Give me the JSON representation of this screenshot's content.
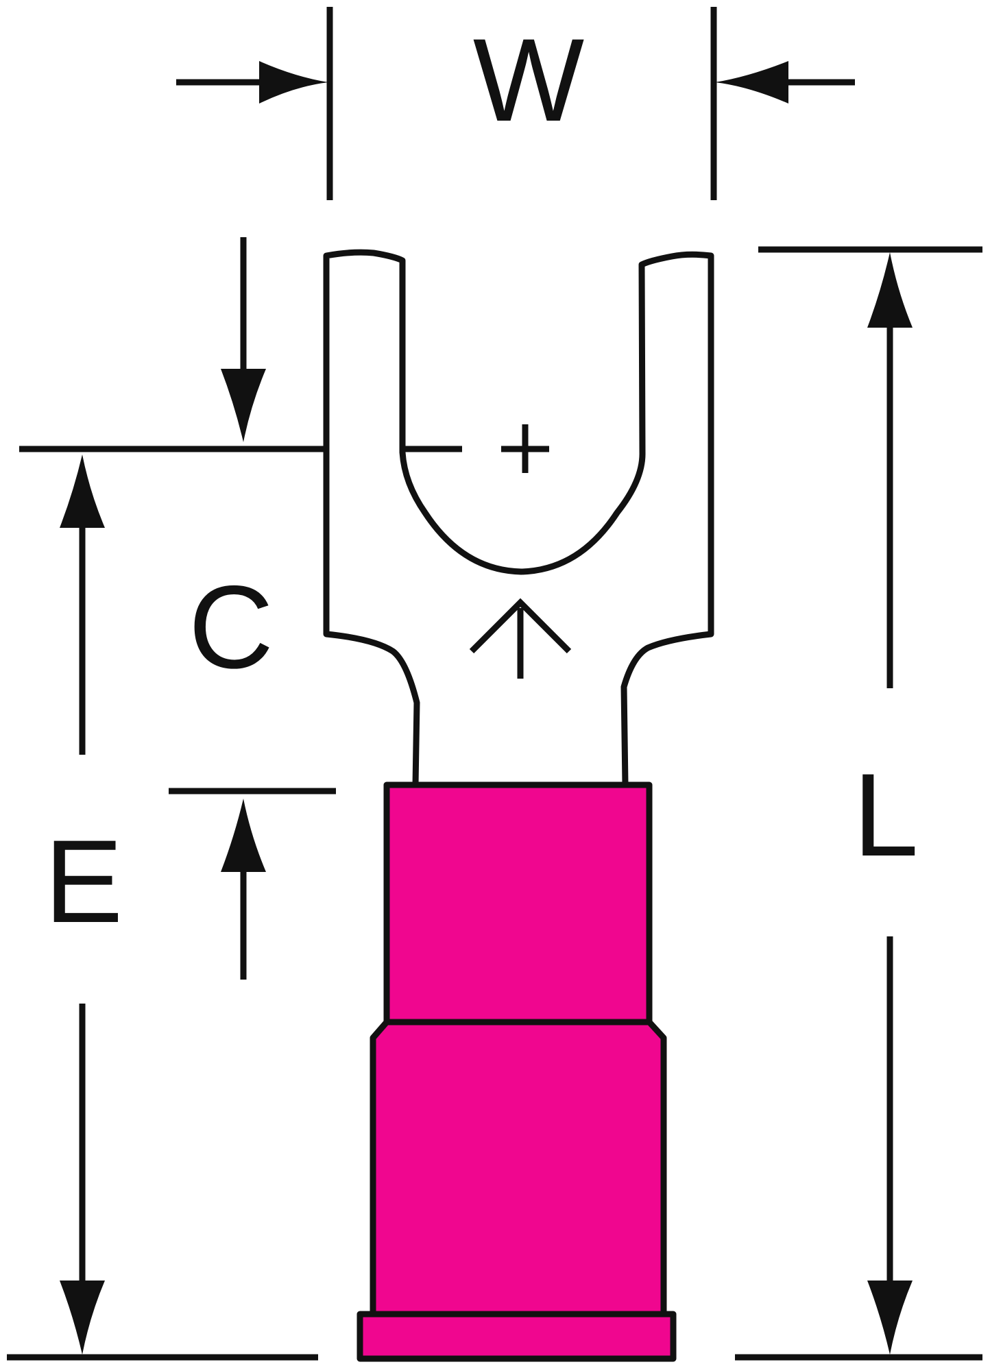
{
  "labels": {
    "width": "W",
    "stud_offset": "C",
    "barrel_offset": "E",
    "length": "L"
  },
  "symbols": {
    "stud_center": "center-cross-icon",
    "insertion_direction": "up-arrow-icon"
  },
  "colors": {
    "insulation": "#F0068F",
    "line": "#111111",
    "background": "#FFFFFF"
  }
}
